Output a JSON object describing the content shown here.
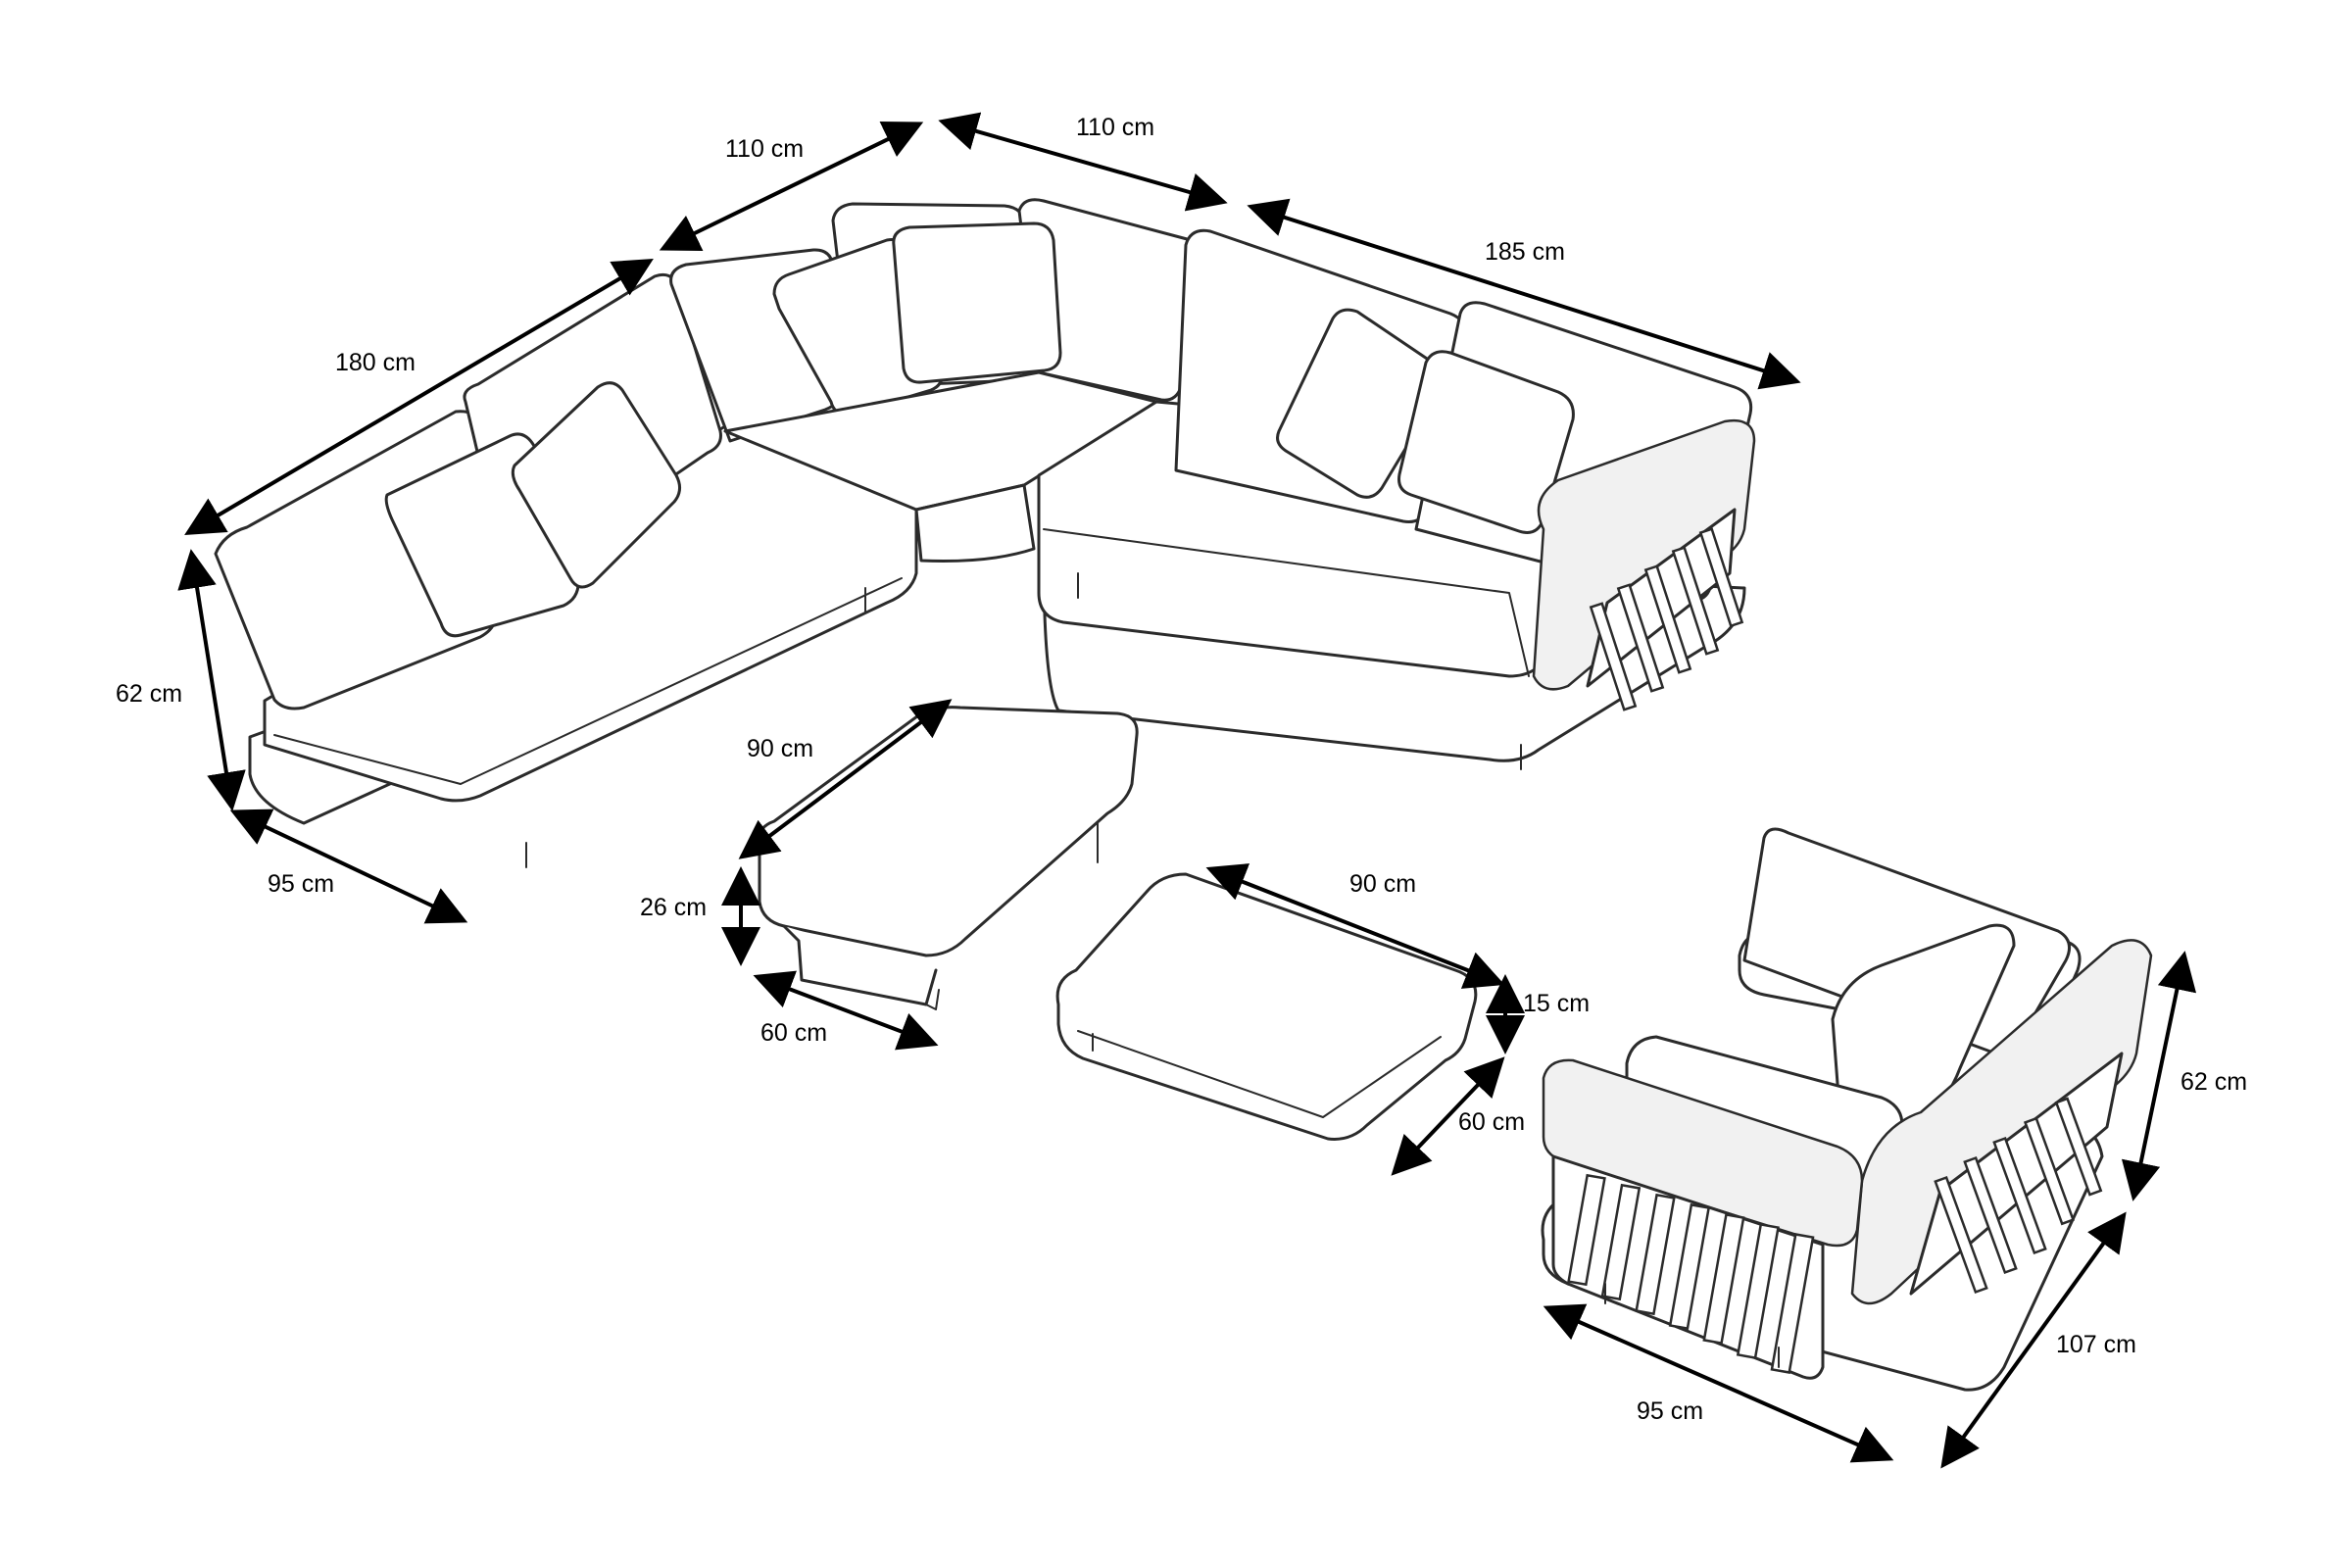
{
  "colors": {
    "line": "#2b2b2b",
    "dimension": "#000000",
    "background": "#ffffff"
  },
  "sectional": {
    "top_left_depth": "110 cm",
    "top_corner_depth": "110 cm",
    "right_length": "185 cm",
    "left_length": "180 cm",
    "height": "62 cm",
    "left_depth": "95 cm"
  },
  "coffee_table": {
    "length": "90 cm",
    "height": "26 cm",
    "width": "60 cm"
  },
  "ottoman": {
    "length": "90 cm",
    "height": "15 cm",
    "width": "60 cm"
  },
  "armchair": {
    "height": "62 cm",
    "depth": "107 cm",
    "width": "95 cm"
  }
}
